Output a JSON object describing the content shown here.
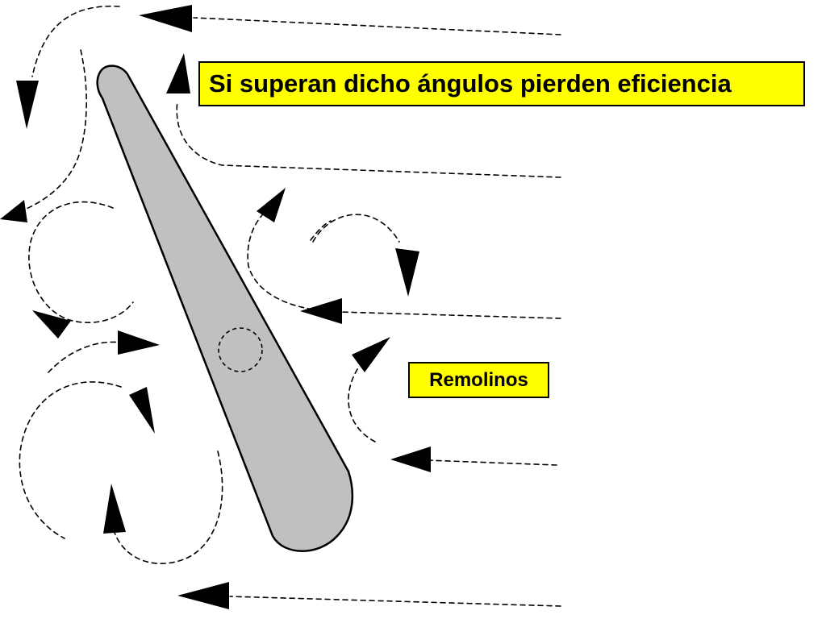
{
  "callouts": {
    "main_text": "Si superan dicho ángulos pierden eficiencia",
    "eddies_text": "Remolinos"
  },
  "colors": {
    "callout_fill": "#ffff00",
    "blade_fill": "#c0c0c0",
    "outline": "#000000",
    "background": "#ffffff"
  },
  "icons": {
    "arrowhead": "filled-triangle",
    "flow_line": "dashed-curve"
  }
}
